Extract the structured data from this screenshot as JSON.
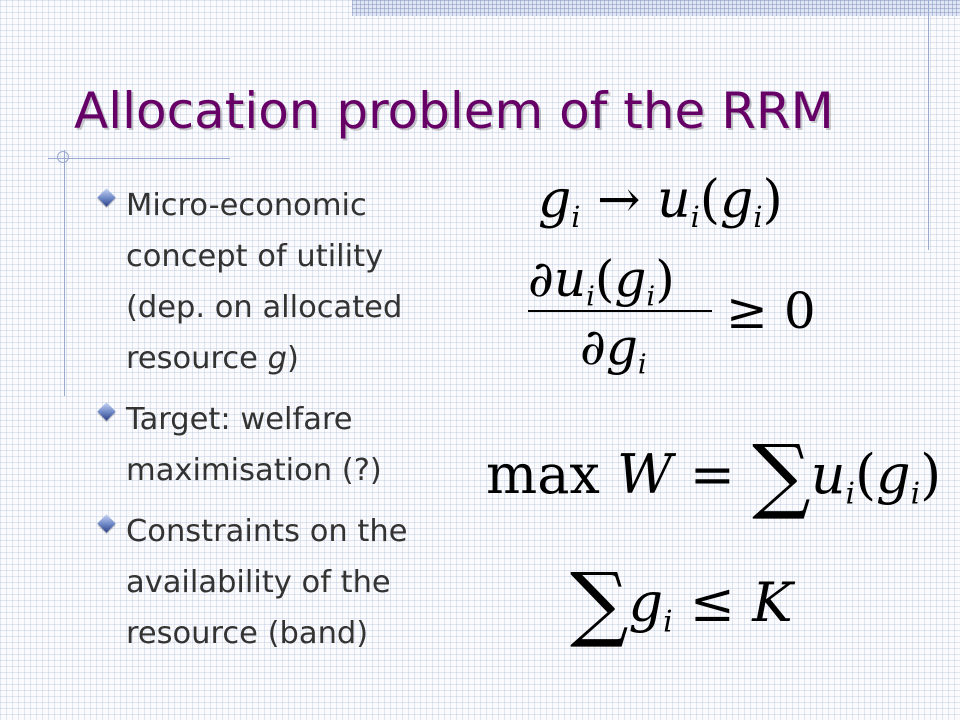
{
  "slide": {
    "title": "Allocation problem of the RRM",
    "accent_color": "#660066",
    "bullets": [
      {
        "lines": [
          "Micro-economic",
          "concept of utility",
          "(dep. on allocated"
        ],
        "line4_prefix": "resource ",
        "line4_italic": "g",
        "line4_suffix": ")"
      },
      {
        "lines": [
          "Target: welfare",
          "maximisation (?)"
        ]
      },
      {
        "lines": [
          "Constraints on the",
          "availability of the",
          "resource (band)"
        ]
      }
    ]
  },
  "equations": {
    "eq1": {
      "g": "g",
      "i": "i",
      "arrow": "→",
      "u": "u",
      "open": "(",
      "close": ")"
    },
    "eq2": {
      "partial": "∂",
      "u": "u",
      "i": "i",
      "g": "g",
      "open": "(",
      "close": ")",
      "geq": "≥",
      "zero": "0"
    },
    "eq3": {
      "max": "max",
      "W": "W",
      "equals": "=",
      "sum": "∑",
      "u": "u",
      "i": "i",
      "g": "g",
      "open": "(",
      "close": ")"
    },
    "eq4": {
      "sum": "∑",
      "g": "g",
      "i": "i",
      "leq": "≤",
      "K": "K"
    }
  }
}
